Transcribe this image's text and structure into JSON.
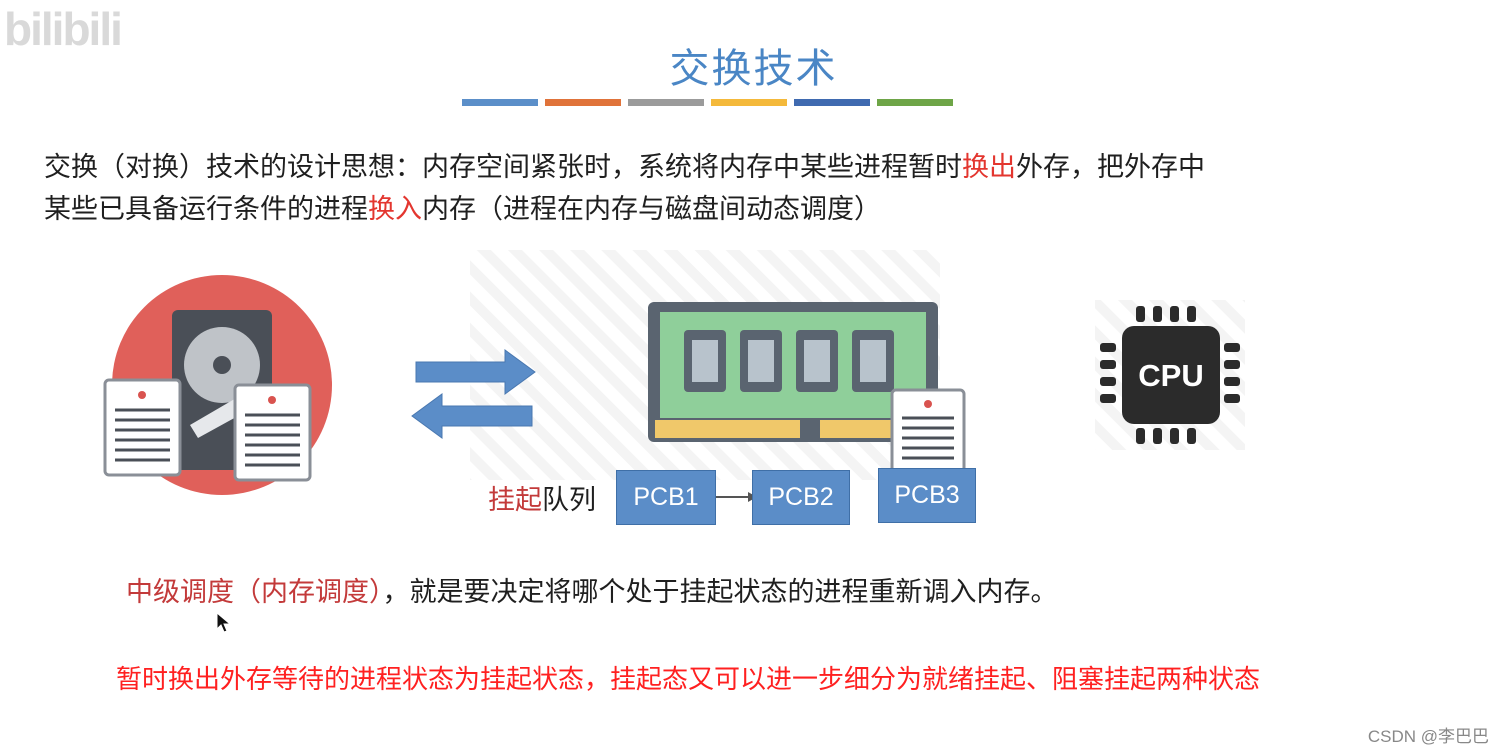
{
  "watermark": "bilibili",
  "title": "交换技术",
  "title_bar_colors": [
    "#5b8fc9",
    "#e0733a",
    "#9b9b9b",
    "#f4b93b",
    "#3f6ab0",
    "#6ea547"
  ],
  "paragraph": {
    "part1": "交换（对换）技术的设计思想：内存空间紧张时，系统将内存中某些进程暂时",
    "hl1": "换出",
    "part2": "外存，把外存中",
    "part3": "某些已具备运行条件的进程",
    "hl2": "换入",
    "part4": "内存（进程在内存与磁盘间动态调度）"
  },
  "cpu_label": "CPU",
  "queue": {
    "label_hl": "挂起",
    "label_rest": "队列",
    "items": [
      "PCB1",
      "PCB2",
      "PCB3"
    ]
  },
  "mid_text": {
    "hl": "中级调度（内存调度）",
    "rest": "，就是要决定将哪个处于挂起状态的进程重新调入内存。"
  },
  "bottom_note": "暂时换出外存等待的进程状态为挂起状态，挂起态又可以进一步细分为就绪挂起、阻塞挂起两种状态",
  "footer": "CSDN @李巴巴",
  "colors": {
    "accent_red": "#e3362f",
    "pcb_blue": "#5b8dc8",
    "arrow_blue": "#5b8dc8",
    "disk_circle": "#e0605a",
    "ram_green": "#8fcf9a"
  }
}
